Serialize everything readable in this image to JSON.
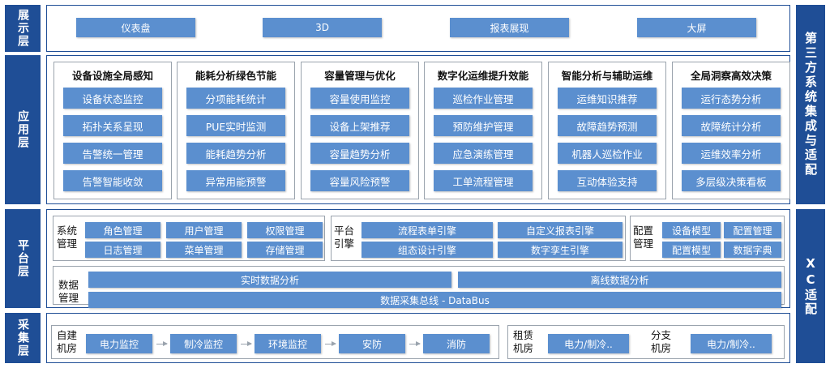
{
  "layers": {
    "display": "展示层",
    "application": "应用层",
    "platform": "平台层",
    "collection": "采集层",
    "third_party": "第三方系统集成与适配",
    "xc": "XC适配"
  },
  "display_items": [
    "仪表盘",
    "3D",
    "报表展现",
    "大屏"
  ],
  "app_columns": [
    {
      "title": "设备设施全局感知",
      "items": [
        "设备状态监控",
        "拓扑关系呈现",
        "告警统一管理",
        "告警智能收敛"
      ]
    },
    {
      "title": "能耗分析绿色节能",
      "items": [
        "分项能耗统计",
        "PUE实时监测",
        "能耗趋势分析",
        "异常用能预警"
      ]
    },
    {
      "title": "容量管理与优化",
      "items": [
        "容量使用监控",
        "设备上架推荐",
        "容量趋势分析",
        "容量风险预警"
      ]
    },
    {
      "title": "数字化运维提升效能",
      "items": [
        "巡检作业管理",
        "预防维护管理",
        "应急演练管理",
        "工单流程管理"
      ]
    },
    {
      "title": "智能分析与辅助运维",
      "items": [
        "运维知识推荐",
        "故障趋势预测",
        "机器人巡检作业",
        "互动体验支持"
      ]
    },
    {
      "title": "全局洞察高效决策",
      "items": [
        "运行态势分析",
        "故障统计分析",
        "运维效率分析",
        "多层级决策看板"
      ]
    }
  ],
  "platform": {
    "system_mgmt": {
      "label": "系统管理",
      "items": [
        "角色管理",
        "用户管理",
        "权限管理",
        "日志管理",
        "菜单管理",
        "存储管理"
      ]
    },
    "platform_engine": {
      "label": "平台引擎",
      "items": [
        "流程表单引擎",
        "自定义报表引擎",
        "组态设计引擎",
        "数字孪生引擎"
      ]
    },
    "config_mgmt": {
      "label": "配置管理",
      "items": [
        "设备模型",
        "配置管理",
        "配置模型",
        "数据字典"
      ]
    },
    "data_mgmt": {
      "label": "数据管理",
      "realtime": "实时数据分析",
      "offline": "离线数据分析",
      "bus": "数据采集总线 - DataBus"
    }
  },
  "collection": {
    "self_built": {
      "label": "自建机房",
      "items": [
        "电力监控",
        "制冷监控",
        "环境监控",
        "安防",
        "消防"
      ]
    },
    "leased": {
      "label": "租赁机房",
      "item": "电力/制冷.."
    },
    "branch": {
      "label": "分支机房",
      "item": "电力/制冷.."
    }
  }
}
